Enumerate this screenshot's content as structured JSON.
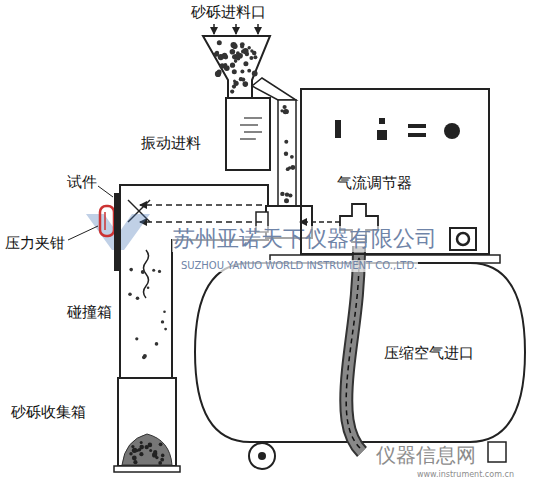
{
  "diagram": {
    "nodes": [
      {
        "text": [
          "气流调节器"
        ]
      }
    ],
    "labels": [
      "砂砾进料口",
      "振动进料",
      "试件",
      "压力夹钳",
      "碰撞箱",
      "砂砾收集箱",
      "压缩空气进口",
      "苏州亚诺天下仪器有限公司",
      "SUZHOU YANUO WORLD INSTRUMENT CO.,LTD.",
      "仪器信息网",
      "www.instrument.com.cn"
    ]
  }
}
